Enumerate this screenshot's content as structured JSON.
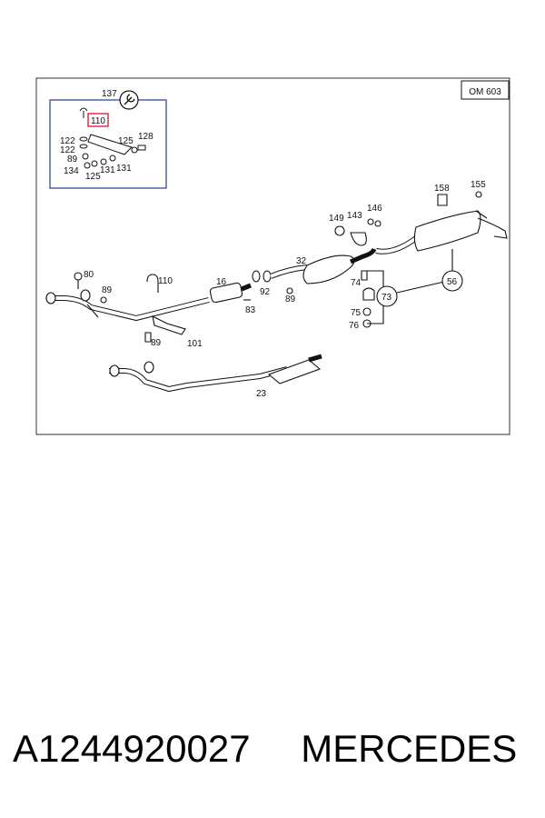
{
  "engine_tag": "OM 603",
  "highlighted_part": "110",
  "inset_labels": [
    "137",
    "122",
    "122",
    "89",
    "134",
    "125",
    "131",
    "131",
    "125",
    "128"
  ],
  "main_labels": [
    "80",
    "89",
    "110",
    "16",
    "92",
    "89",
    "83",
    "89",
    "101",
    "32",
    "149",
    "143",
    "146",
    "158",
    "155",
    "74",
    "73",
    "75",
    "76",
    "56",
    "23"
  ],
  "footer": {
    "part_number": "A1244920027",
    "brand": "MERCEDES"
  },
  "colors": {
    "inset_frame": "#2a3a8c",
    "highlight": "#e0203a",
    "line": "#111111"
  }
}
